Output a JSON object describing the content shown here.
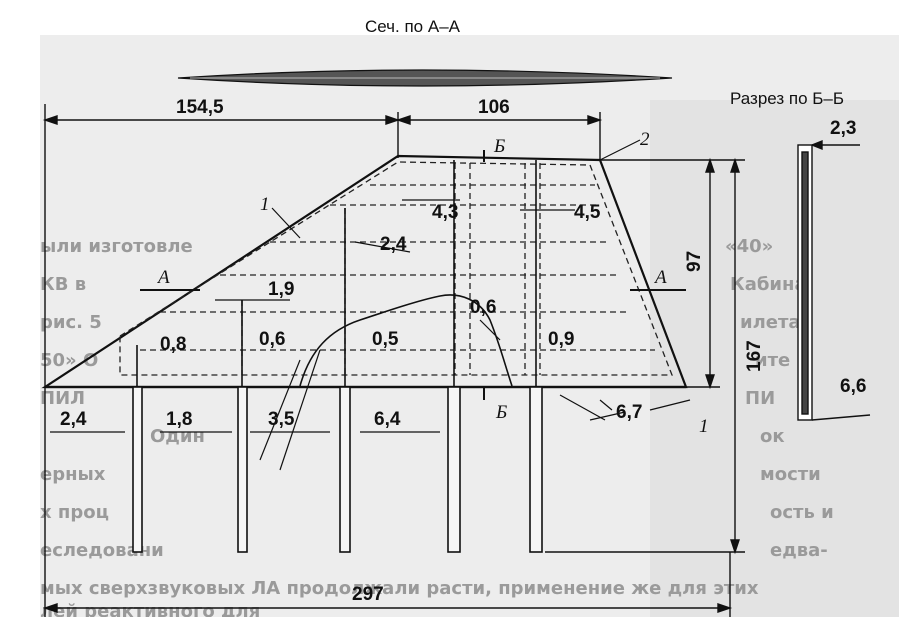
{
  "titles": {
    "section_aa": "Сеч. по А–А",
    "section_bb": "Разрез по Б–Б"
  },
  "dimensions": {
    "d154_5": "154,5",
    "d106": "106",
    "d97": "97",
    "d167": "167",
    "d297": "297",
    "d2_3": "2,3",
    "d6_6": "6,6",
    "d4_3": "4,3",
    "d4_5": "4,5",
    "d2_4_top": "2,4",
    "d1_9": "1,9",
    "d0_8": "0,8",
    "d0_6_a": "0,6",
    "d0_5": "0,5",
    "d0_6_b": "0,6",
    "d0_9": "0,9",
    "d2_4_bottom": "2,4",
    "d1_8": "1,8",
    "d3_5": "3,5",
    "d6_4": "6,4",
    "d6_7": "6,7"
  },
  "markers": {
    "a_left": "А",
    "a_right": "А",
    "b_top": "Б",
    "b_bottom": "Б",
    "n1_left": "1",
    "n1_bottom": "1",
    "n2": "2"
  },
  "background_text": [
    "ыли изготовле",
    "КВ в",
    "рис. 5",
    "50» О",
    "ПИЛ",
    "Один",
    "ерных",
    "х проц",
    "еследовани",
    "мых сверхзвуковых ЛА продолжали расти, применение же для этих",
    "лей реактивного для",
    "«40»",
    "Кабина",
    "илета",
    "ите",
    "ПИ",
    "ок",
    "мости",
    "ость и",
    "едва-"
  ]
}
